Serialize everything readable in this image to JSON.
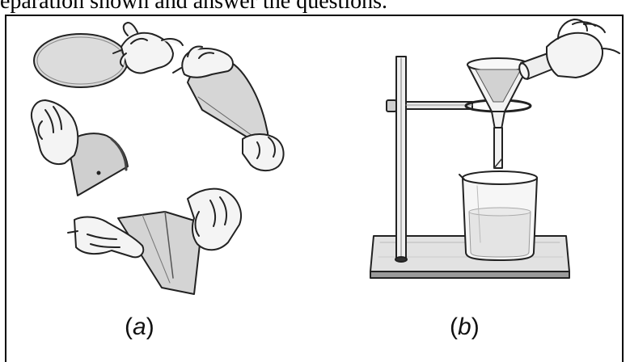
{
  "header": {
    "text": "eparation shown and answer the questions."
  },
  "figures": [
    {
      "id": "a",
      "caption_open": "(",
      "caption_letter": "a",
      "caption_close": ")"
    },
    {
      "id": "b",
      "caption_open": "(",
      "caption_letter": "b",
      "caption_close": ")"
    }
  ]
}
